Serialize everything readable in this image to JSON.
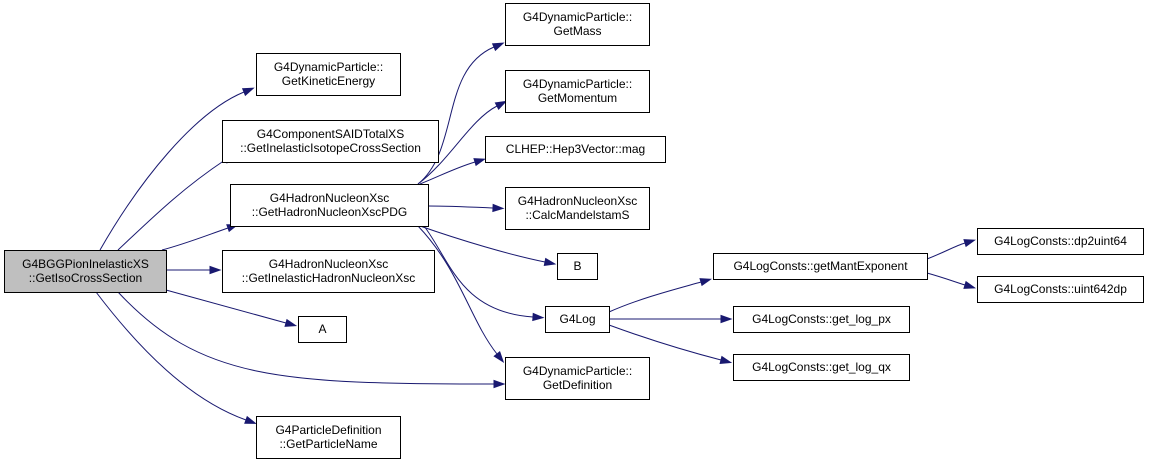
{
  "colors": {
    "edge": "#191970",
    "root_fill": "#bfbfbf",
    "node_fill": "#ffffff",
    "border": "#000000"
  },
  "nodes": [
    {
      "id": "n0",
      "lines": [
        "G4BGGPionInelasticXS",
        "::GetIsoCrossSection"
      ],
      "root": true
    },
    {
      "id": "n1",
      "lines": [
        "G4DynamicParticle::",
        "GetKineticEnergy"
      ]
    },
    {
      "id": "n2",
      "lines": [
        "G4ComponentSAIDTotalXS",
        "::GetInelasticIsotopeCrossSection"
      ]
    },
    {
      "id": "n3",
      "lines": [
        "G4HadronNucleonXsc",
        "::GetHadronNucleonXscPDG"
      ]
    },
    {
      "id": "n4",
      "lines": [
        "G4HadronNucleonXsc",
        "::GetInelasticHadronNucleonXsc"
      ]
    },
    {
      "id": "n5",
      "lines": [
        "A"
      ]
    },
    {
      "id": "n6",
      "lines": [
        "G4ParticleDefinition",
        "::GetParticleName"
      ]
    },
    {
      "id": "n7",
      "lines": [
        "G4DynamicParticle::",
        "GetMass"
      ]
    },
    {
      "id": "n8",
      "lines": [
        "G4DynamicParticle::",
        "GetMomentum"
      ]
    },
    {
      "id": "n9",
      "lines": [
        "CLHEP::Hep3Vector::mag"
      ]
    },
    {
      "id": "n10",
      "lines": [
        "G4HadronNucleonXsc",
        "::CalcMandelstamS"
      ]
    },
    {
      "id": "n11",
      "lines": [
        "B"
      ]
    },
    {
      "id": "n12",
      "lines": [
        "G4Log"
      ]
    },
    {
      "id": "n13",
      "lines": [
        "G4DynamicParticle::",
        "GetDefinition"
      ]
    },
    {
      "id": "n14",
      "lines": [
        "G4LogConsts::getMantExponent"
      ]
    },
    {
      "id": "n15",
      "lines": [
        "G4LogConsts::get_log_px"
      ]
    },
    {
      "id": "n16",
      "lines": [
        "G4LogConsts::get_log_qx"
      ]
    },
    {
      "id": "n17",
      "lines": [
        "G4LogConsts::dp2uint64"
      ]
    },
    {
      "id": "n18",
      "lines": [
        "G4LogConsts::uint642dp"
      ]
    }
  ],
  "edges": [
    {
      "from": "n0",
      "to": "n1"
    },
    {
      "from": "n0",
      "to": "n2"
    },
    {
      "from": "n0",
      "to": "n3"
    },
    {
      "from": "n0",
      "to": "n4"
    },
    {
      "from": "n0",
      "to": "n5"
    },
    {
      "from": "n0",
      "to": "n13"
    },
    {
      "from": "n0",
      "to": "n6"
    },
    {
      "from": "n3",
      "to": "n7"
    },
    {
      "from": "n3",
      "to": "n8"
    },
    {
      "from": "n3",
      "to": "n9"
    },
    {
      "from": "n3",
      "to": "n10"
    },
    {
      "from": "n3",
      "to": "n11"
    },
    {
      "from": "n3",
      "to": "n12"
    },
    {
      "from": "n3",
      "to": "n13"
    },
    {
      "from": "n12",
      "to": "n14"
    },
    {
      "from": "n12",
      "to": "n15"
    },
    {
      "from": "n12",
      "to": "n16"
    },
    {
      "from": "n14",
      "to": "n17"
    },
    {
      "from": "n14",
      "to": "n18"
    }
  ]
}
